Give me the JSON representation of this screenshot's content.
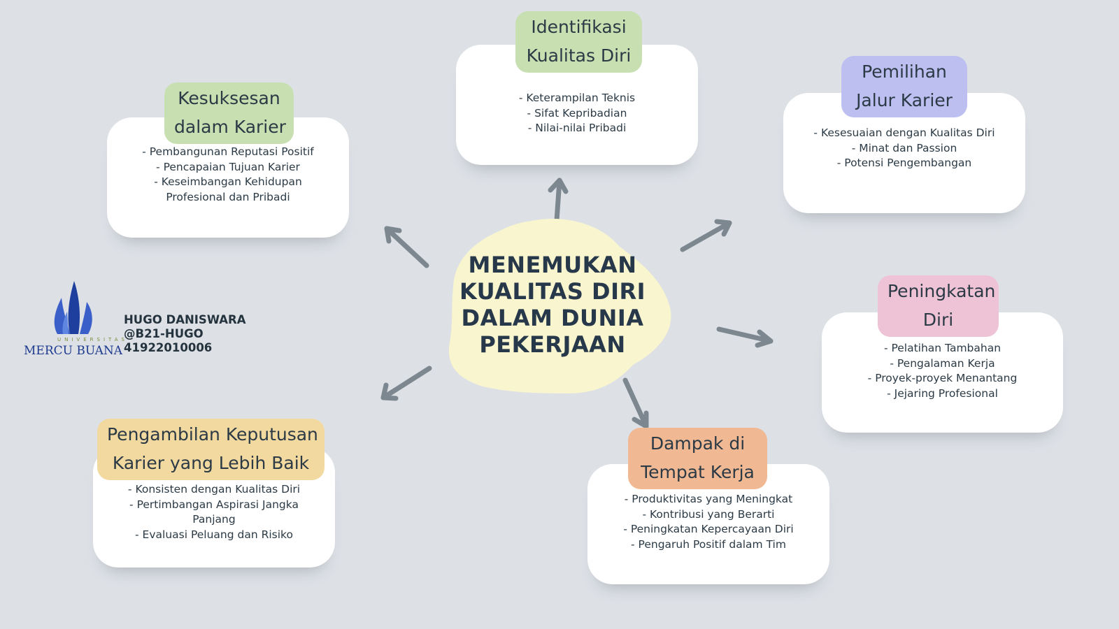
{
  "center": {
    "title_lines": [
      "MENEMUKAN",
      "KUALITAS DIRI",
      "DALAM DUNIA",
      "PEKERJAAN"
    ],
    "color": "#f9f5cf"
  },
  "branches": {
    "identifikasi": {
      "title_lines": [
        "Identifikasi",
        "Kualitas Diri"
      ],
      "items": [
        "- Keterampilan Teknis",
        "- Sifat Kepribadian",
        "- Nilai-nilai Pribadi"
      ],
      "color": "#c8dfb1"
    },
    "pemilihan": {
      "title_lines": [
        "Pemilihan",
        "Jalur Karier"
      ],
      "items": [
        "- Kesesuaian dengan Kualitas Diri",
        "- Minat dan Passion",
        "- Potensi Pengembangan"
      ],
      "color": "#bcbff0"
    },
    "peningkatan": {
      "title_lines": [
        "Peningkatan",
        "Diri"
      ],
      "items": [
        "- Pelatihan Tambahan",
        "- Pengalaman Kerja",
        "- Proyek-proyek Menantang",
        "- Jejaring Profesional"
      ],
      "color": "#eec3d6"
    },
    "dampak": {
      "title_lines": [
        "Dampak di",
        "Tempat Kerja"
      ],
      "items": [
        "- Produktivitas yang Meningkat",
        "- Kontribusi yang Berarti",
        "- Peningkatan Kepercayaan Diri",
        "- Pengaruh Positif dalam Tim"
      ],
      "color": "#f1b993"
    },
    "pengambilan": {
      "title_lines": [
        "Pengambilan Keputusan",
        "Karier yang Lebih Baik"
      ],
      "items": [
        "- Konsisten dengan Kualitas Diri",
        "- Pertimbangan Aspirasi Jangka",
        "Panjang",
        "- Evaluasi Peluang dan Risiko"
      ],
      "color": "#f2d9a0"
    },
    "kesuksesan": {
      "title_lines": [
        "Kesuksesan",
        "dalam Karier"
      ],
      "items": [
        "- Pembangunan Reputasi Positif",
        "- Pencapaian Tujuan Karier",
        "- Keseimbangan Kehidupan",
        "Profesional dan Pribadi"
      ],
      "color": "#c8dfb1"
    }
  },
  "logo": {
    "university_label": "UNIVERSITAS",
    "name": "MERCU BUANA",
    "icon": "mercu-buana-flame-logo"
  },
  "author": {
    "name": "HUGO DANISWARA",
    "handle": "@B21-HUGO",
    "id": "41922010006"
  },
  "arrow_color": "#7d8790"
}
